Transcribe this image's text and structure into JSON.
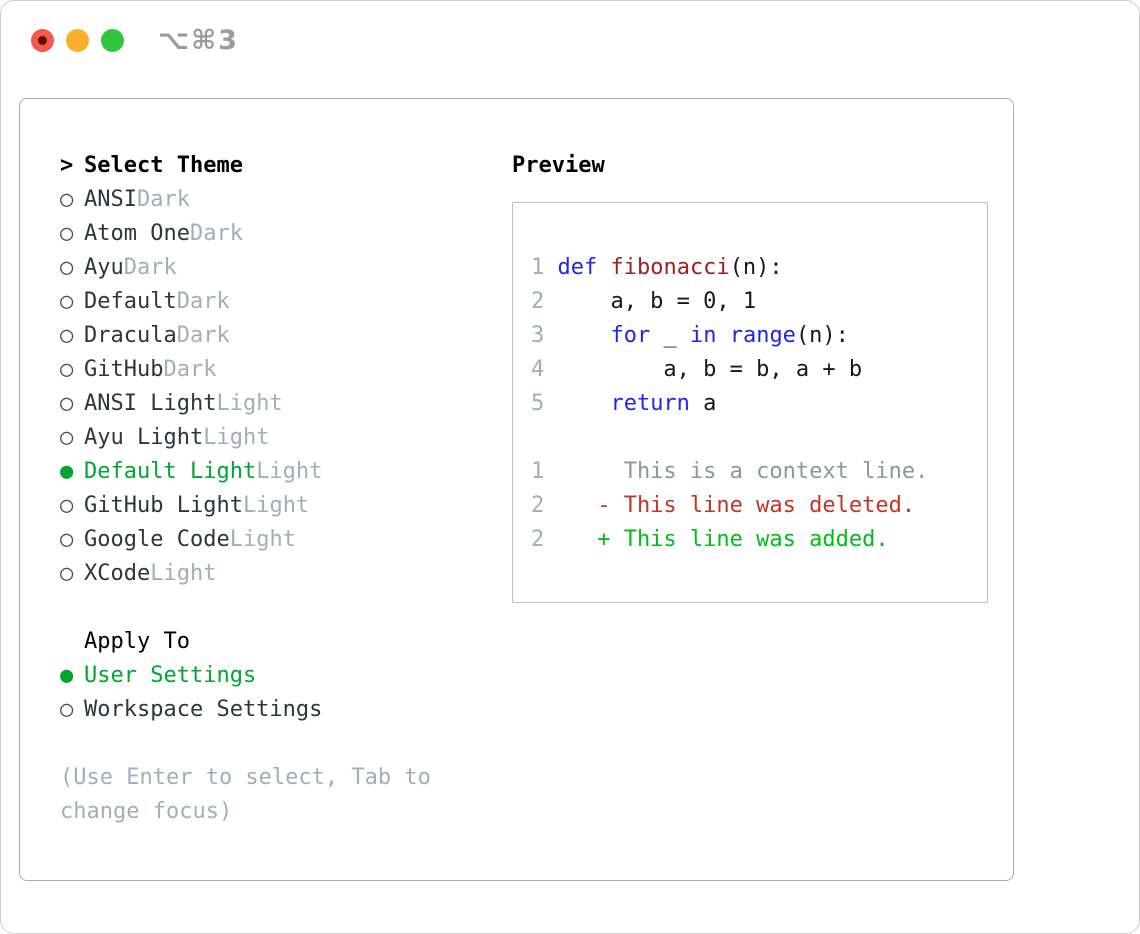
{
  "window": {
    "title": "⌥⌘3",
    "traffic_lights": [
      "close",
      "minimize",
      "zoom"
    ]
  },
  "glyphs": {
    "prompt": ">",
    "radio_unselected": "○",
    "radio_selected": "●"
  },
  "theme_picker": {
    "title": "Select Theme",
    "items": [
      {
        "name": "ANSI",
        "variant": "Dark",
        "selected": false
      },
      {
        "name": "Atom One",
        "variant": "Dark",
        "selected": false
      },
      {
        "name": "Ayu",
        "variant": "Dark",
        "selected": false
      },
      {
        "name": "Default",
        "variant": "Dark",
        "selected": false
      },
      {
        "name": "Dracula",
        "variant": "Dark",
        "selected": false
      },
      {
        "name": "GitHub",
        "variant": "Dark",
        "selected": false
      },
      {
        "name": "ANSI Light",
        "variant": "Light",
        "selected": false
      },
      {
        "name": "Ayu Light",
        "variant": "Light",
        "selected": false
      },
      {
        "name": "Default Light",
        "variant": "Light",
        "selected": true
      },
      {
        "name": "GitHub Light",
        "variant": "Light",
        "selected": false
      },
      {
        "name": "Google Code",
        "variant": "Light",
        "selected": false
      },
      {
        "name": "XCode",
        "variant": "Light",
        "selected": false
      }
    ],
    "apply_to": {
      "title": "Apply To",
      "options": [
        {
          "label": "User Settings",
          "selected": true
        },
        {
          "label": "Workspace Settings",
          "selected": false
        }
      ]
    },
    "hint_lines": [
      "(Use Enter to select, Tab to",
      "change focus)"
    ]
  },
  "preview": {
    "title": "Preview",
    "lines": [
      {
        "num": "1",
        "tokens": [
          {
            "c": "kw",
            "t": "def"
          },
          {
            "c": "pl",
            "t": " "
          },
          {
            "c": "fn",
            "t": "fibonacci"
          },
          {
            "c": "pl",
            "t": "(n):"
          }
        ]
      },
      {
        "num": "2",
        "tokens": [
          {
            "c": "pl",
            "t": "    a, b = 0, 1"
          }
        ]
      },
      {
        "num": "3",
        "tokens": [
          {
            "c": "pl",
            "t": "    "
          },
          {
            "c": "kw",
            "t": "for"
          },
          {
            "c": "pl",
            "t": " _ "
          },
          {
            "c": "kw",
            "t": "in"
          },
          {
            "c": "pl",
            "t": " "
          },
          {
            "c": "kw",
            "t": "range"
          },
          {
            "c": "pl",
            "t": "(n):"
          }
        ]
      },
      {
        "num": "4",
        "tokens": [
          {
            "c": "pl",
            "t": "        a, b = b, a + b"
          }
        ]
      },
      {
        "num": "5",
        "tokens": [
          {
            "c": "pl",
            "t": "    "
          },
          {
            "c": "kw",
            "t": "return"
          },
          {
            "c": "pl",
            "t": " a"
          }
        ]
      },
      {
        "num": "",
        "tokens": []
      },
      {
        "num": "1",
        "tokens": [
          {
            "c": "ctx",
            "t": "     This is a context line."
          }
        ]
      },
      {
        "num": "2",
        "tokens": [
          {
            "c": "del",
            "t": "   - This line was deleted."
          }
        ]
      },
      {
        "num": "2",
        "tokens": [
          {
            "c": "add",
            "t": "   + This line was added."
          }
        ]
      }
    ]
  },
  "colors": {
    "accent_green": "#00a62f",
    "diff_added": "#00bd17",
    "diff_deleted": "#c43425",
    "keyword_blue": "#2026e8",
    "function_red": "#a61d1d",
    "muted_gray": "#a3adbb",
    "context_gray": "#8d959f",
    "line_number_gray": "#9facbc",
    "panel_border": "#a4adb8",
    "traffic_red": "#f4574e",
    "traffic_yellow": "#f6b02c",
    "traffic_green": "#32c33f"
  }
}
